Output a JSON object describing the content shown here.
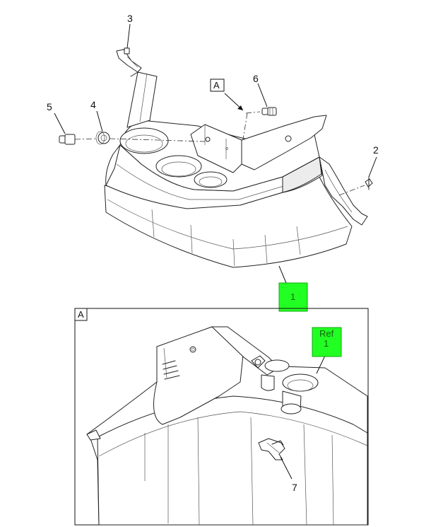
{
  "callouts": {
    "c1": "1",
    "c2": "2",
    "c3": "3",
    "c4": "4",
    "c5": "5",
    "c6": "6",
    "c7": "7"
  },
  "view_tags": {
    "top": "A",
    "detail": "A"
  },
  "ref_tags": {
    "main": {
      "label": "1"
    },
    "detail": {
      "line1": "Ref",
      "line2": "1"
    }
  },
  "colors": {
    "ref_tag_fill": "#22ff22"
  }
}
